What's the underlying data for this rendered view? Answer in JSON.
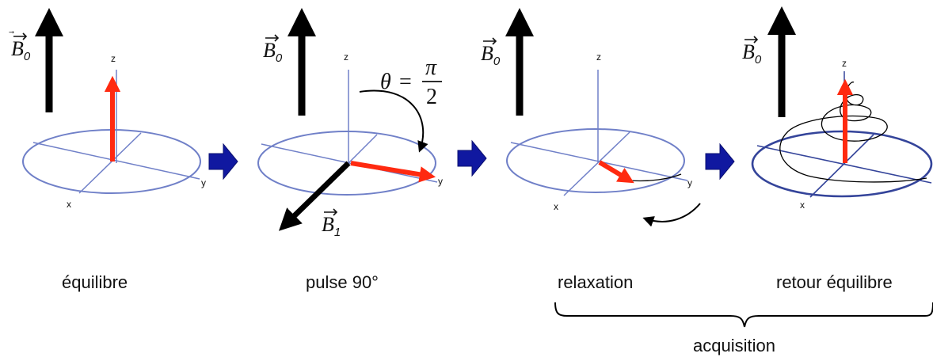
{
  "colors": {
    "axis": "#7080c8",
    "ellipse": "#7080c8",
    "ellipse_dark": "#34449a",
    "magnetization": "#ff2a10",
    "b_field": "#000000",
    "step_arrow": "#1018a0"
  },
  "b0": {
    "letter": "B",
    "subscript": "0"
  },
  "b1": {
    "letter": "B",
    "subscript": "1"
  },
  "axes": {
    "x": "x",
    "y": "y",
    "z": "z"
  },
  "flip_angle": {
    "symbol": "θ",
    "equals": "=",
    "numerator": "π",
    "denominator": "2"
  },
  "captions": {
    "equilibrium": "équilibre",
    "pulse": "pulse 90°",
    "relaxation": "relaxation",
    "return": "retour équilibre",
    "acquisition": "acquisition"
  }
}
